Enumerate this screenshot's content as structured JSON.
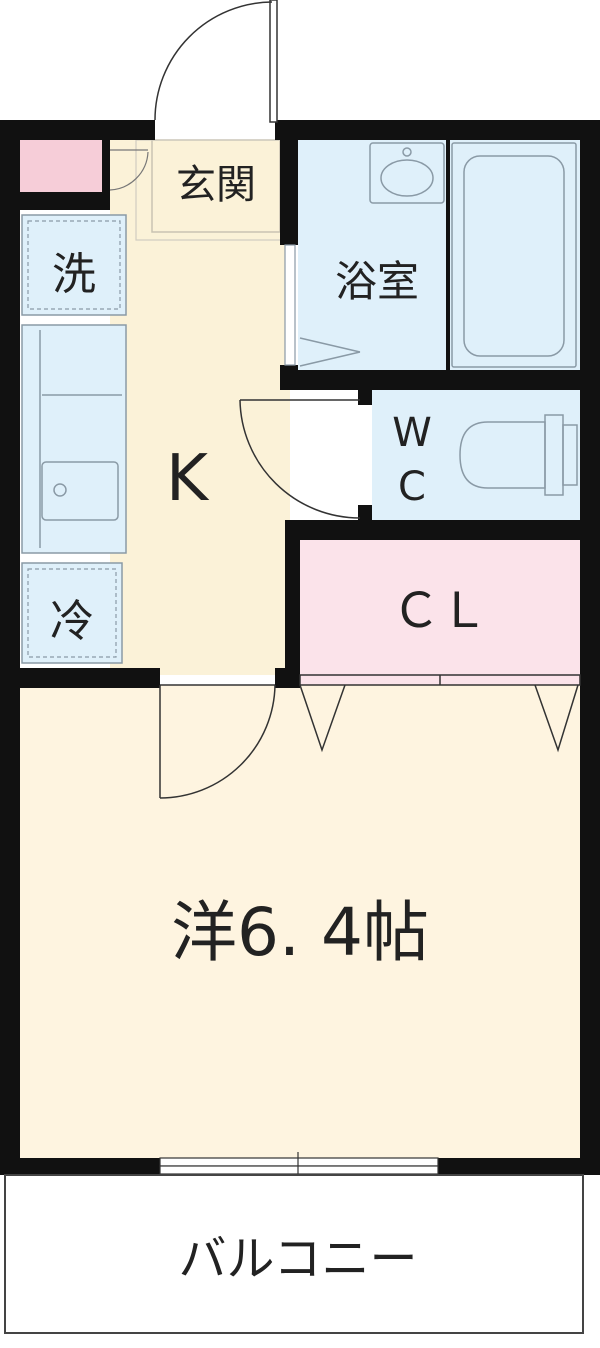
{
  "rooms": {
    "entrance": "玄関",
    "bath": "浴室",
    "washer": "洗",
    "kitchen": "K",
    "fridge": "冷",
    "wc_w": "W",
    "wc_c": "C",
    "closet": "ＣＬ",
    "western": "洋6. 4帖",
    "balcony": "バルコニー"
  },
  "colors": {
    "wall": "#111111",
    "kitchen_floor": "#fbf2d8",
    "western_floor": "#fef4e0",
    "wet_area": "#dff0fa",
    "closet": "#fbe3ea",
    "meter_box": "#f6cdd8",
    "balcony": "#ffffff",
    "fixture_line": "#8a9aa6"
  }
}
